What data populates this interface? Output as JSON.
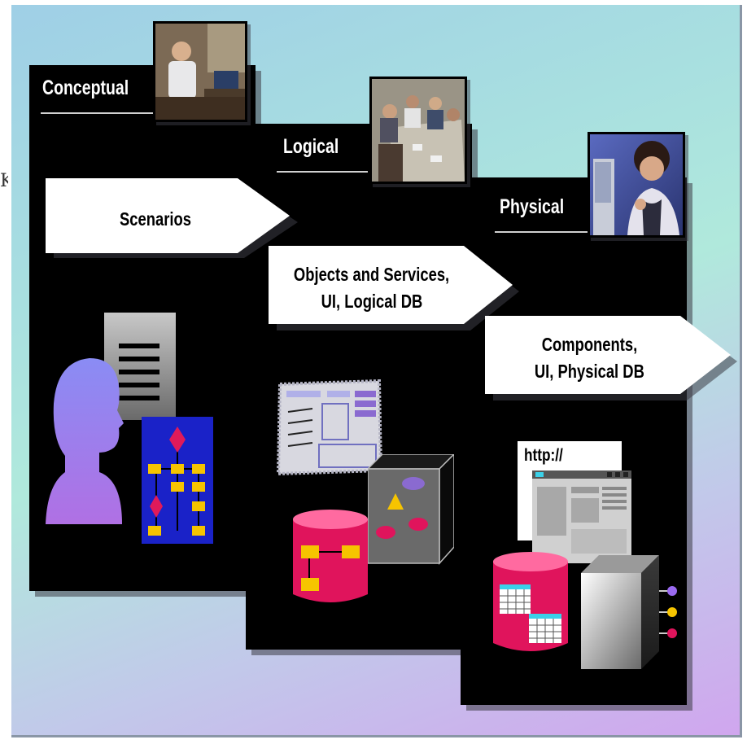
{
  "stray_glyph": "K",
  "phases": [
    {
      "id": "conceptual",
      "title": "Conceptual",
      "arrow_lines": [
        "Scenarios"
      ]
    },
    {
      "id": "logical",
      "title": "Logical",
      "arrow_lines": [
        "Objects and Services,",
        "UI, Logical DB"
      ]
    },
    {
      "id": "physical",
      "title": "Physical",
      "arrow_lines": [
        "Components,",
        "UI, Physical DB"
      ]
    }
  ],
  "browser_address": "http://",
  "colors": {
    "panel": "#000000",
    "arrow_fill": "#ffffff",
    "silhouette": "#9a78e8",
    "flowchart_bg": "#1a22c8",
    "flowchart_box": "#f6c400",
    "decision": "#e01a5a",
    "database": "#e0145c"
  }
}
